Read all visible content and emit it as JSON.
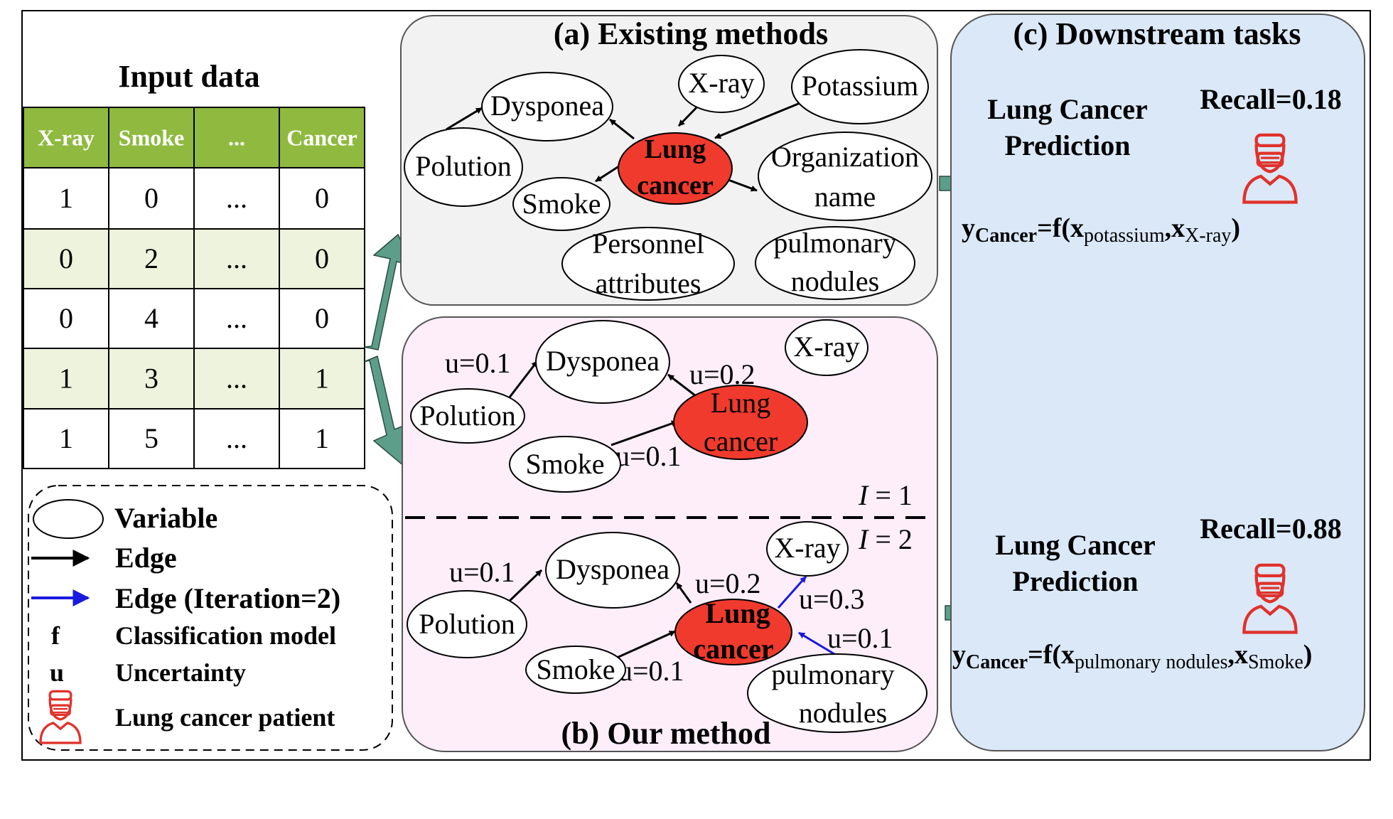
{
  "input": {
    "title": "Input data",
    "headers": [
      "X-ray",
      "Smoke",
      "...",
      "Cancer"
    ],
    "rows": [
      [
        "1",
        "0",
        "...",
        "0"
      ],
      [
        "0",
        "2",
        "...",
        "0"
      ],
      [
        "0",
        "4",
        "...",
        "0"
      ],
      [
        "1",
        "3",
        "...",
        "1"
      ],
      [
        "1",
        "5",
        "...",
        "1"
      ]
    ],
    "header_color": "#8fba3f",
    "alt_row_color": "#edf3dc"
  },
  "legend": {
    "variable": "Variable",
    "edge": "Edge",
    "edge_iter2": "Edge (Iteration=2)",
    "f_symbol": "f",
    "f_desc": "Classification model",
    "u_symbol": "u",
    "u_desc": "Uncertainty",
    "patient": "Lung cancer patient"
  },
  "panel_a": {
    "title": "(a) Existing methods",
    "bg": "#f2f2f2",
    "nodes": {
      "dysponea": "Dysponea",
      "xray": "X-ray",
      "potassium": "Potassium",
      "polution": "Polution",
      "lung": [
        "Lung",
        "cancer"
      ],
      "organization": [
        "Organization",
        "name"
      ],
      "smoke": "Smoke",
      "personnel": [
        "Personnel",
        "attributes"
      ],
      "pulmonary": [
        "pulmonary",
        "nodules"
      ]
    }
  },
  "panel_b": {
    "title": "(b) Our method",
    "bg": "#fdeefa",
    "iter1": {
      "label_i": "I",
      "label_eq": "= 1",
      "nodes": {
        "dysponea": "Dysponea",
        "xray": "X-ray",
        "polution": "Polution",
        "lung": [
          "Lung",
          "cancer"
        ],
        "smoke": "Smoke"
      },
      "u_pol_dys": "u=0.1",
      "u_lung_dys": "u=0.2",
      "u_smoke_lung": "u=0.1"
    },
    "iter2": {
      "label_i": "I",
      "label_eq": "= 2",
      "nodes": {
        "dysponea": "Dysponea",
        "xray": "X-ray",
        "polution": "Polution",
        "lung": [
          "Lung",
          "cancer"
        ],
        "smoke": "Smoke",
        "pulmonary": [
          "pulmonary",
          "nodules"
        ]
      },
      "u_pol_dys": "u=0.1",
      "u_lung_dys": "u=0.2",
      "u_lung_xray": "u=0.3",
      "u_pul_lung": "u=0.1",
      "u_smoke_lung": "u=0.1"
    }
  },
  "panel_c": {
    "title": "(c) Downstream tasks",
    "bg": "#dae8f8",
    "task1": {
      "label": [
        "Lung Cancer",
        "Prediction"
      ],
      "recall": "Recall=0.18",
      "formula": {
        "y": "y",
        "y_sub": "Cancer",
        "mid": "=f(x",
        "x1_sub": "potassium",
        "comma": ",x",
        "x2_sub": "X-ray",
        "close": ")"
      }
    },
    "task2": {
      "label": [
        "Lung Cancer",
        "Prediction"
      ],
      "recall": "Recall=0.88",
      "formula": {
        "y": "y",
        "y_sub": "Cancer",
        "mid": "=f(x",
        "x1_sub": "pulmonary nodules",
        "comma": ",x",
        "x2_sub": "Smoke",
        "close": ")"
      }
    }
  },
  "colors": {
    "lung_node": "#f03a2d",
    "flow_arrow": "#5c9e8a",
    "blue_edge": "#1a1adf",
    "patient_icon": "#e0322b"
  }
}
